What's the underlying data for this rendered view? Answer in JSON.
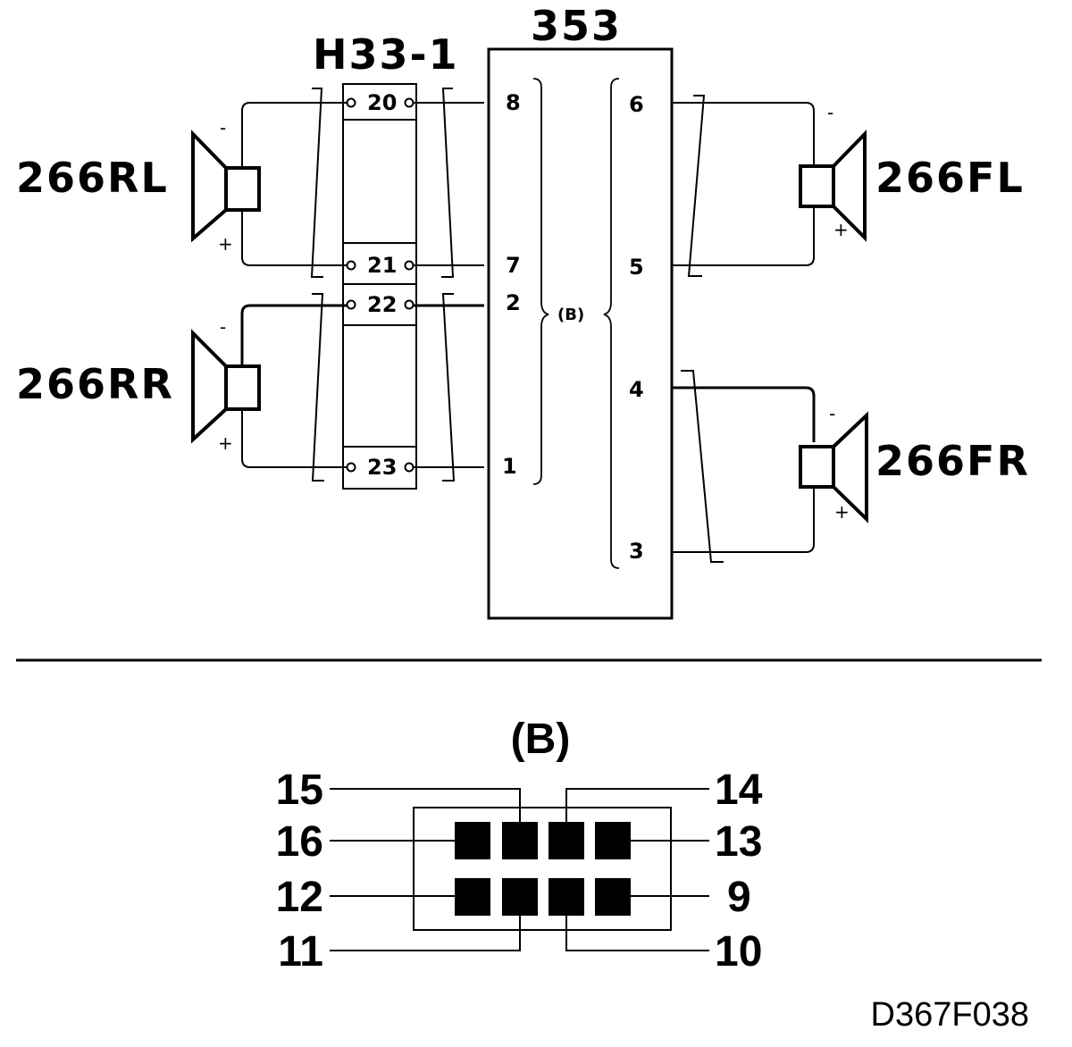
{
  "module_label": "353",
  "connector_label": "H33-1",
  "speakers": {
    "rear_left": {
      "label": "266RL",
      "minus": "-",
      "plus": "+"
    },
    "rear_right": {
      "label": "266RR",
      "minus": "-",
      "plus": "+"
    },
    "front_left": {
      "label": "266FL",
      "minus": "-",
      "plus": "+"
    },
    "front_right": {
      "label": "266FR",
      "minus": "-",
      "plus": "+"
    }
  },
  "connector_pins": [
    "20",
    "21",
    "22",
    "23"
  ],
  "module_pins_left": [
    "8",
    "7",
    "2",
    "1"
  ],
  "module_pins_right": [
    "6",
    "5",
    "4",
    "3"
  ],
  "module_connector_tag": "(B)",
  "pinout": {
    "title": "(B)",
    "left_labels": [
      "15",
      "16",
      "12",
      "11"
    ],
    "right_labels": [
      "14",
      "13",
      "9",
      "10"
    ]
  },
  "figure_code": "D367F038"
}
